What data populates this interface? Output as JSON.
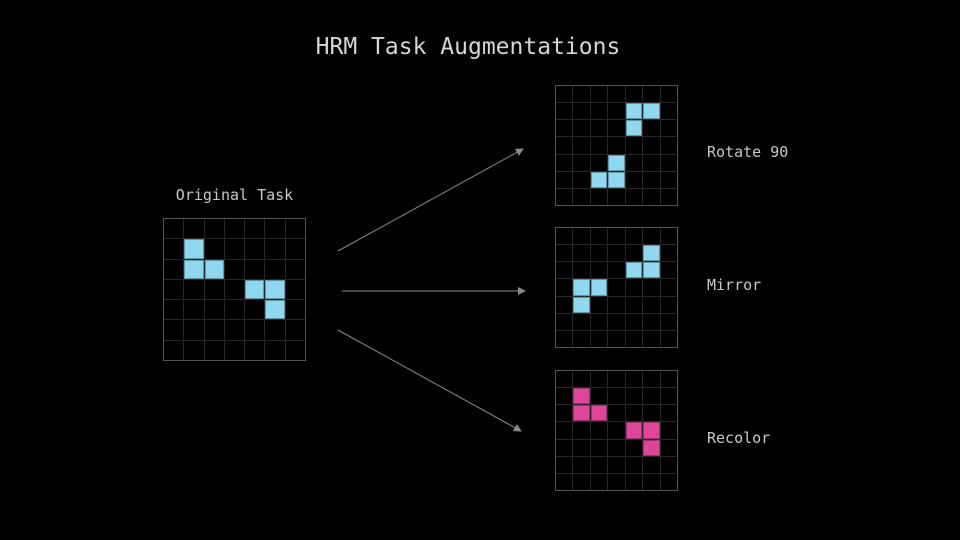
{
  "title": "HRM Task Augmentations",
  "colors": {
    "background": "#000000",
    "cyan": "#8ed9ef",
    "pink": "#e0459c",
    "grid_line": "#272727",
    "grid_border": "#545454",
    "arrow": "#8a8a8a",
    "text": "#c9c9c9",
    "title_text": "#d6d6d6"
  },
  "original": {
    "label": "Original Task",
    "rows": 7,
    "cols": 7,
    "color": "cyan",
    "cells": [
      [
        1,
        1
      ],
      [
        2,
        1
      ],
      [
        2,
        2
      ],
      [
        3,
        4
      ],
      [
        3,
        5
      ],
      [
        4,
        5
      ]
    ]
  },
  "augmentations": [
    {
      "id": "rotate90",
      "label": "Rotate 90",
      "rows": 7,
      "cols": 7,
      "color": "cyan",
      "cells": [
        [
          1,
          4
        ],
        [
          1,
          5
        ],
        [
          2,
          4
        ],
        [
          4,
          3
        ],
        [
          5,
          2
        ],
        [
          5,
          3
        ]
      ]
    },
    {
      "id": "mirror",
      "label": "Mirror",
      "rows": 7,
      "cols": 7,
      "color": "cyan",
      "cells": [
        [
          1,
          5
        ],
        [
          2,
          4
        ],
        [
          2,
          5
        ],
        [
          3,
          1
        ],
        [
          3,
          2
        ],
        [
          4,
          1
        ]
      ]
    },
    {
      "id": "recolor",
      "label": "Recolor",
      "rows": 7,
      "cols": 7,
      "color": "pink",
      "cells": [
        [
          1,
          1
        ],
        [
          2,
          1
        ],
        [
          2,
          2
        ],
        [
          3,
          4
        ],
        [
          3,
          5
        ],
        [
          4,
          5
        ]
      ]
    }
  ]
}
